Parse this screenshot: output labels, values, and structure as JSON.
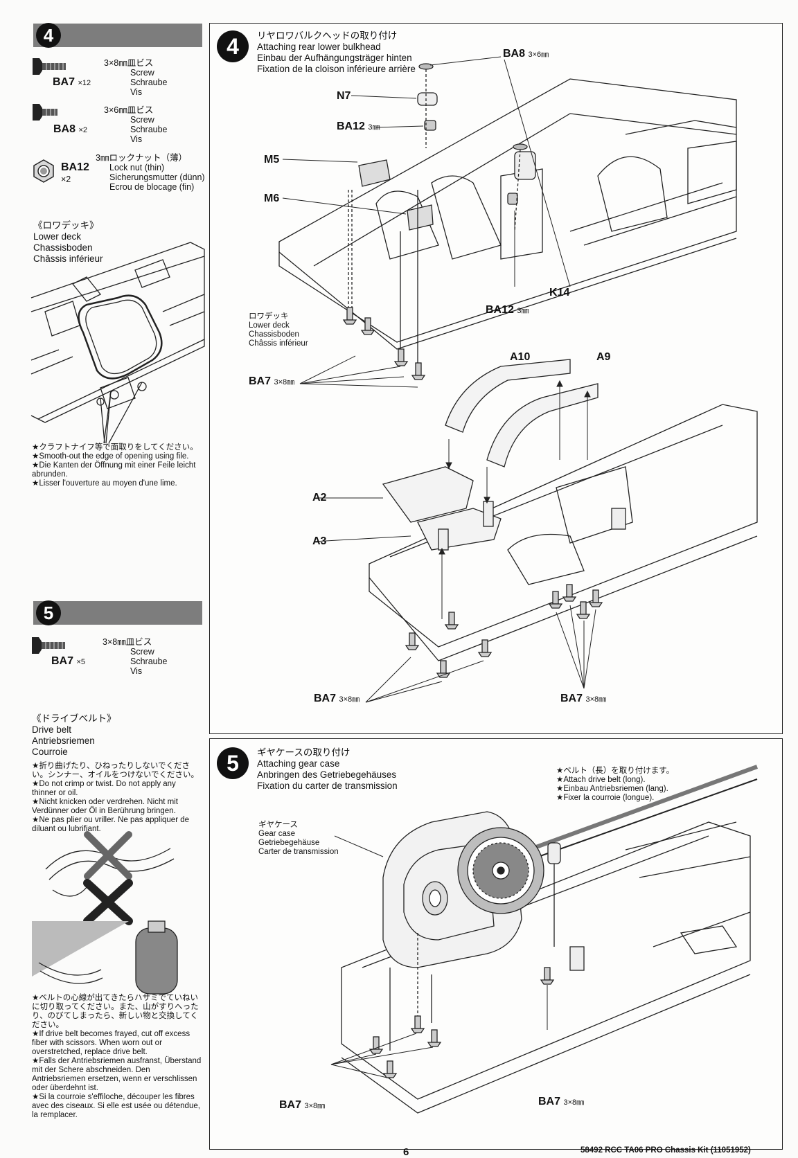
{
  "left": {
    "step4": {
      "num": "4",
      "parts": [
        {
          "code": "BA7",
          "qty": "×12",
          "size": "3×8㎜皿ビス",
          "en": "Screw",
          "de": "Schraube",
          "fr": "Vis"
        },
        {
          "code": "BA8",
          "qty": "×2",
          "size": "3×6㎜皿ビス",
          "en": "Screw",
          "de": "Schraube",
          "fr": "Vis"
        },
        {
          "code": "BA12",
          "qty": "×2",
          "size": "3㎜ロックナット（薄）",
          "en": "Lock nut (thin)",
          "de": "Sicherungsmutter (dünn)",
          "fr": "Ecrou de blocage (fin)"
        }
      ],
      "deck": {
        "jp": "《ロワデッキ》",
        "en": "Lower deck",
        "de": "Chassisboden",
        "fr": "Châssis inférieur"
      },
      "tips": [
        "クラフトナイフ等で面取りをしてください。",
        "Smooth-out the edge of opening using file.",
        "Die Kanten der Öffnung mit einer Feile leicht abrunden.",
        "Lisser l'ouverture au moyen d'une lime."
      ]
    },
    "step5": {
      "num": "5",
      "part": {
        "code": "BA7",
        "qty": "×5",
        "size": "3×8㎜皿ビス",
        "en": "Screw",
        "de": "Schraube",
        "fr": "Vis"
      },
      "belt": {
        "jp": "《ドライブベルト》",
        "en": "Drive belt",
        "de": "Antriebsriemen",
        "fr": "Courroie"
      },
      "tips1": [
        "折り曲げたり、ひねったりしないでください。シンナー、オイルをつけないでください。",
        "Do not crimp or twist. Do not apply any thinner or oil.",
        "Nicht knicken oder verdrehen. Nicht mit Verdünner oder Öl in Berührung bringen.",
        "Ne pas plier ou vriller. Ne pas appliquer de diluant ou lubrifiant."
      ],
      "tips2": [
        "ベルトの心線が出てきたらハサミでていねいに切り取ってください。また、山がすりへったり、のびてしまったら、新しい物と交換してください。",
        "If drive belt becomes frayed, cut off excess fiber with scissors. When worn out or overstretched, replace drive belt.",
        "Falls der Antriebsriemen ausfranst, Überstand mit der Schere abschneiden. Den Antriebsriemen ersetzen, wenn er verschlissen oder überdehnt ist.",
        "Si la courroie s'effiloche, découper les fibres avec des ciseaux. Si elle est usée ou détendue, la remplacer."
      ]
    }
  },
  "panel4": {
    "num": "4",
    "title_jp": "リヤロワバルクヘッドの取り付け",
    "title_en": "Attaching rear lower bulkhead",
    "title_de": "Einbau der Aufhängungsträger hinten",
    "title_fr": "Fixation de la cloison inférieure arrière",
    "labels": {
      "ba8": "BA8",
      "ba8_size": "3×6㎜",
      "n7": "N7",
      "ba12a": "BA12",
      "ba12a_size": "3㎜",
      "m5": "M5",
      "m6": "M6",
      "k14": "K14",
      "ba12b": "BA12",
      "ba12b_size": "3㎜",
      "deck_jp": "ロワデッキ",
      "deck_en": "Lower deck",
      "deck_de": "Chassisboden",
      "deck_fr": "Châssis inférieur",
      "ba7a": "BA7",
      "ba7a_size": "3×8㎜",
      "a10": "A10",
      "a9": "A9",
      "a2": "A2",
      "a3": "A3",
      "ba7b": "BA7",
      "ba7b_size": "3×8㎜",
      "ba7c": "BA7",
      "ba7c_size": "3×8㎜"
    }
  },
  "panel5": {
    "num": "5",
    "title_jp": "ギヤケースの取り付け",
    "title_en": "Attaching gear case",
    "title_de": "Anbringen des Getriebegehäuses",
    "title_fr": "Fixation du carter de transmission",
    "belt_note": [
      "ベルト（長）を取り付けます。",
      "Attach drive belt (long).",
      "Einbau Antriebsriemen (lang).",
      "Fixer la courroie (longue)."
    ],
    "gearcase": {
      "jp": "ギヤケース",
      "en": "Gear case",
      "de": "Getriebegehäuse",
      "fr": "Carter de transmission"
    },
    "ba7a": "BA7",
    "ba7a_size": "3×8㎜",
    "ba7b": "BA7",
    "ba7b_size": "3×8㎜"
  },
  "footer": {
    "page": "6",
    "title": "58492 RCC TA06 PRO Chassis Kit (11051952)"
  }
}
